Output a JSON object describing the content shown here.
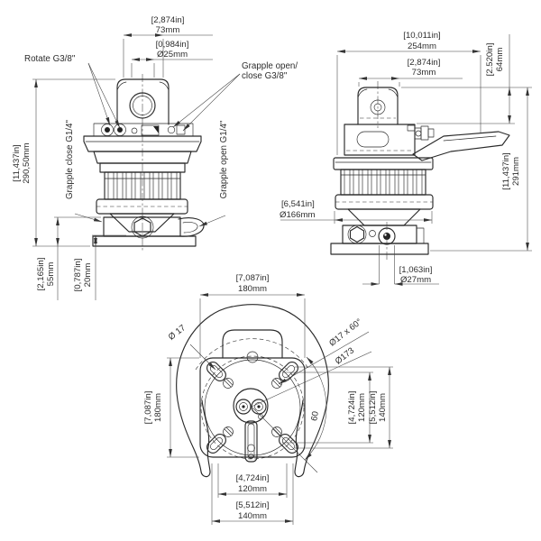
{
  "drawing": {
    "front_view": {
      "port_labels": {
        "rotate": "Rotate G3/8\"",
        "grapple_open_close_1": "Grapple open/",
        "grapple_open_close_2": "close G3/8\"",
        "grapple_close": "Grapple close G1/4\"",
        "grapple_open": "Grapple open G1/4\""
      },
      "dims": {
        "pin_width_in": "[2,874in]",
        "pin_width_mm": "73mm",
        "pin_dia_in": "[0,984in]",
        "pin_dia_mm": "Ø25mm",
        "height_in": "[11,437in]",
        "height_mm": "290,50mm",
        "base_height_in": "[2,165in]",
        "base_height_mm": "55mm",
        "plate_height_in": "[0,787in]",
        "plate_height_mm": "20mm"
      }
    },
    "side_view": {
      "dims": {
        "overall_width_in": "[10,011in]",
        "overall_width_mm": "254mm",
        "head_width_in": "[2,874in]",
        "head_width_mm": "73mm",
        "head_height_in": "[2.520in]",
        "head_height_mm": "64mm",
        "height_in": "[11,437in]",
        "height_mm": "291mm",
        "flange_dia_in": "[6,541in]",
        "flange_dia_mm": "Ø166mm",
        "port_dia_in": "[1,063in]",
        "port_dia_mm": "Ø27mm"
      }
    },
    "bottom_view": {
      "dims": {
        "width_in": "[7,087in]",
        "width_mm": "180mm",
        "height_in": "[7,087in]",
        "height_mm": "180mm",
        "bolt_x_in": "[4,724in]",
        "bolt_x_mm": "120mm",
        "slot_x_in": "[5,512in]",
        "slot_x_mm": "140mm",
        "bolt_y_in": "[4,724in]",
        "bolt_y_mm": "120mm",
        "slot_y_in": "[5,512in]",
        "slot_y_mm": "140mm",
        "hole_dia": "Ø 17",
        "slot_spec": "Ø17 x 60°",
        "bolt_circle_dia": "Ø173",
        "angle": "60"
      }
    }
  }
}
